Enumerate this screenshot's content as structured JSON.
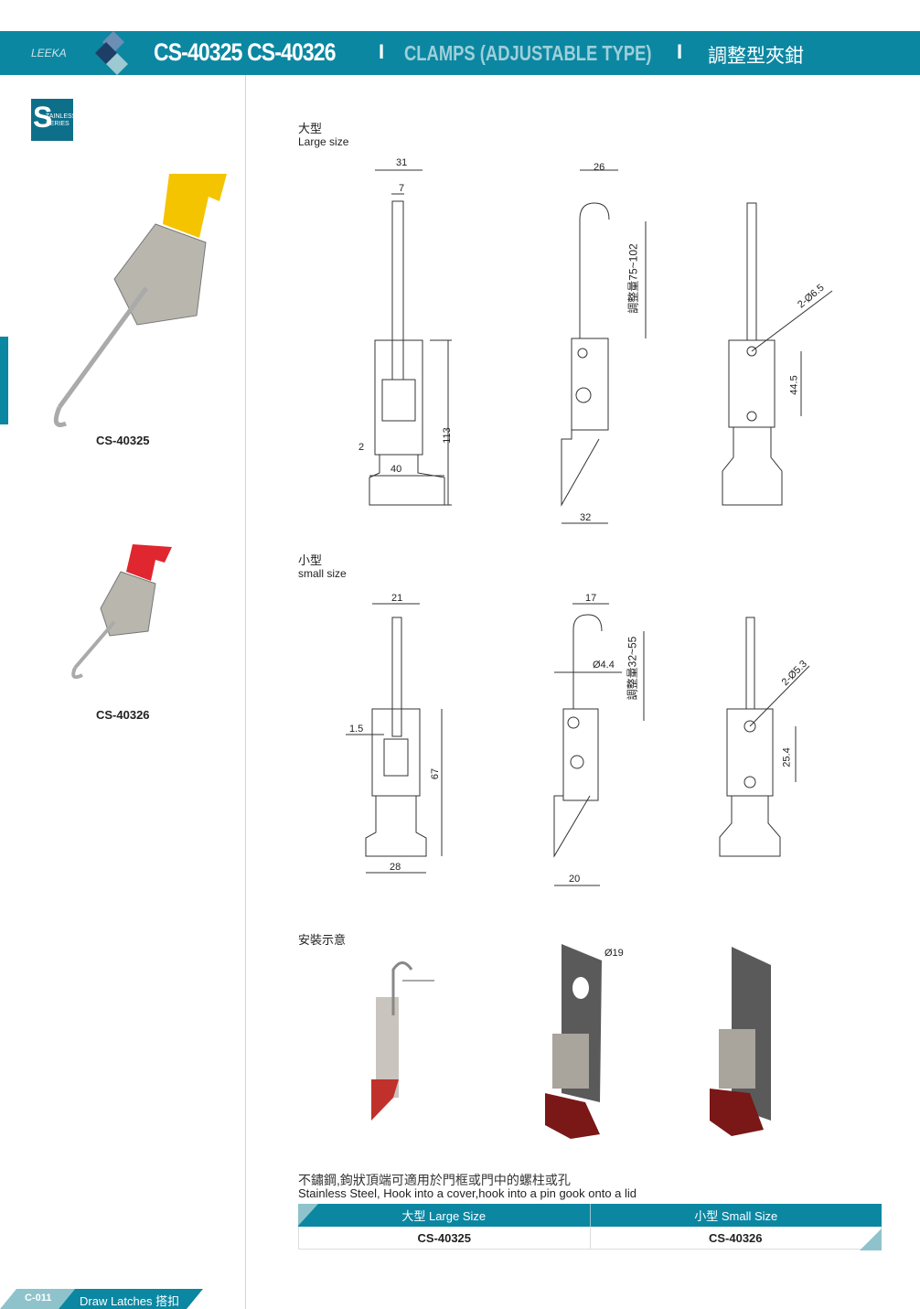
{
  "header": {
    "brand": "LEEKA",
    "codes": "CS-40325 CS-40326",
    "separator": "I",
    "category": "CLAMPS (ADJUSTABLE TYPE)",
    "chinese_title": "調整型夾鉗"
  },
  "badge": {
    "letter": "S",
    "line1": "TAINLESS",
    "line2": "SERIES"
  },
  "products": [
    {
      "code": "CS-40325",
      "tab_color": "#f5c400"
    },
    {
      "code": "CS-40326",
      "tab_color": "#e0262f"
    }
  ],
  "large": {
    "label_cn": "大型",
    "label_en": "Large size",
    "dims": {
      "w31": "31",
      "w7": "7",
      "h113": "113",
      "t2": "2",
      "w40": "40",
      "w26": "26",
      "adjust": "調整量75~102",
      "w32": "32",
      "holes": "2-Ø6.5",
      "h44": "44.5"
    }
  },
  "small": {
    "label_cn": "小型",
    "label_en": "small size",
    "dims": {
      "w21": "21",
      "t15": "1.5",
      "h67": "67",
      "w28": "28",
      "w17": "17",
      "dia": "Ø4.4",
      "adjust": "調整量32~55",
      "w20": "20",
      "holes": "2-Ø5.3",
      "h25": "25.4"
    }
  },
  "install": {
    "label": "安裝示意",
    "hole": "Ø19"
  },
  "description": {
    "cn": "不鏽鋼,鉤狀頂端可適用於門框或門中的螺柱或孔",
    "en": "Stainless Steel, Hook into a cover,hook into a pin gook onto a lid"
  },
  "table": {
    "headers": [
      "大型 Large Size",
      "小型 Small Size"
    ],
    "row": [
      "CS-40325",
      "CS-40326"
    ]
  },
  "footer": {
    "page": "C-011",
    "section": "Draw Latches 搭扣"
  },
  "colors": {
    "brand": "#0b87a2",
    "light": "#8fc3cc"
  }
}
